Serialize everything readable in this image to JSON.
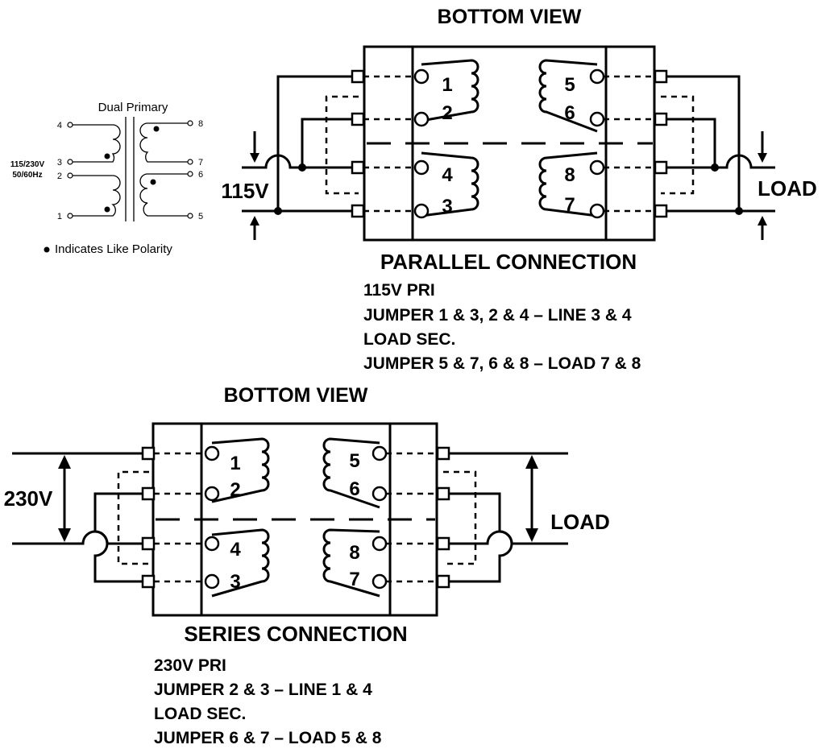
{
  "schematic": {
    "title": "Dual Primary",
    "input_voltage": "115/230V",
    "input_freq": "50/60Hz",
    "pins_left": [
      "4",
      "3",
      "2",
      "1"
    ],
    "pins_right": [
      "8",
      "7",
      "6",
      "5"
    ],
    "polarity_note": "Indicates Like Polarity"
  },
  "parallel": {
    "view_title": "BOTTOM VIEW",
    "voltage_label": "115V",
    "load_label": "LOAD",
    "winding_labels": [
      "1",
      "2",
      "4",
      "3",
      "5",
      "6",
      "8",
      "7"
    ],
    "heading": "PARALLEL CONNECTION",
    "notes": [
      "115V PRI",
      "JUMPER 1 & 3, 2 & 4 – LINE 3 & 4",
      "LOAD SEC.",
      "JUMPER 5 & 7, 6 & 8 – LOAD 7 & 8"
    ]
  },
  "series": {
    "view_title": "BOTTOM VIEW",
    "voltage_label": "230V",
    "load_label": "LOAD",
    "winding_labels": [
      "1",
      "2",
      "4",
      "3",
      "5",
      "6",
      "8",
      "7"
    ],
    "heading": "SERIES CONNECTION",
    "notes": [
      "230V PRI",
      "JUMPER 2 & 3 – LINE 1 & 4",
      "LOAD SEC.",
      "JUMPER 6 & 7 – LOAD 5 & 8"
    ]
  }
}
